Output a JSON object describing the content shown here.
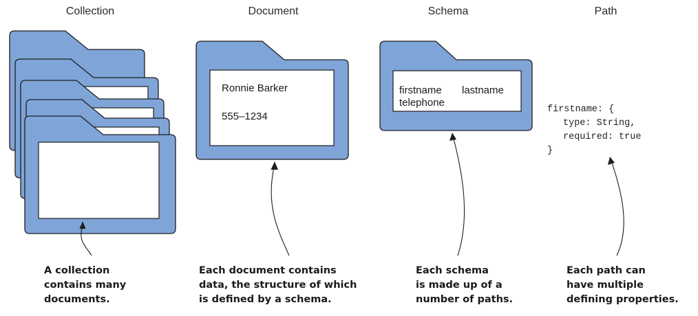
{
  "headings": {
    "collection": "Collection",
    "document": "Document",
    "schema": "Schema",
    "path": "Path"
  },
  "document": {
    "name": "Ronnie Barker",
    "phone": "555–1234"
  },
  "schema": {
    "line1_field1": "firstname",
    "line1_field2": "lastname",
    "line2": "telephone"
  },
  "path_code": {
    "line1": "firstname: {",
    "line2": "type: String,",
    "line3": "required: true",
    "line4": "}"
  },
  "captions": {
    "collection": [
      "A collection",
      "contains many",
      "documents."
    ],
    "document": [
      "Each document contains",
      "data, the structure of which",
      "is defined by a schema."
    ],
    "schema": [
      "Each schema",
      "is made up of a",
      "number of paths."
    ],
    "path": [
      "Each path can",
      "have multiple",
      "defining properties."
    ]
  },
  "colors": {
    "folder_fill": "#7fa4d8",
    "folder_stroke": "#1e1e1e",
    "card_fill": "#ffffff"
  }
}
